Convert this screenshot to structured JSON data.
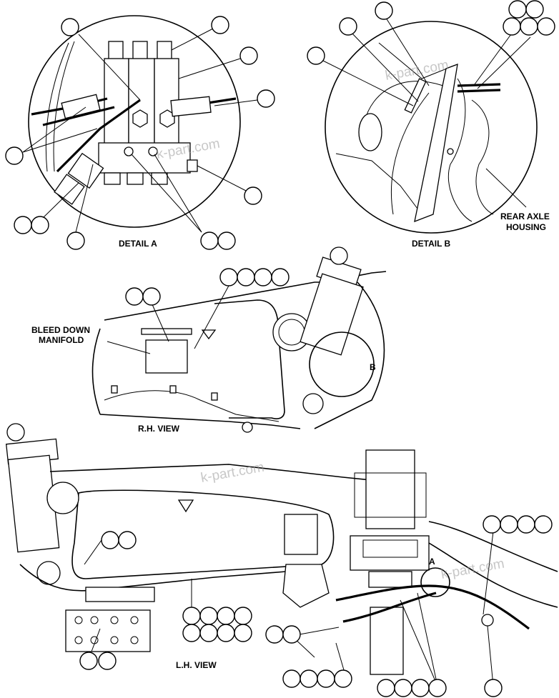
{
  "labels": {
    "detail_a": "DETAIL A",
    "detail_b": "DETAIL B",
    "rear_axle_housing_line1": "REAR AXLE",
    "rear_axle_housing_line2": "HOUSING",
    "bleed_down_line1": "BLEED DOWN",
    "bleed_down_line2": "MANIFOLD",
    "rh_view": "R.H. VIEW",
    "lh_view": "L.H. VIEW",
    "detail_b_marker": "B",
    "detail_a_marker": "A"
  },
  "watermark": "k-part.com"
}
